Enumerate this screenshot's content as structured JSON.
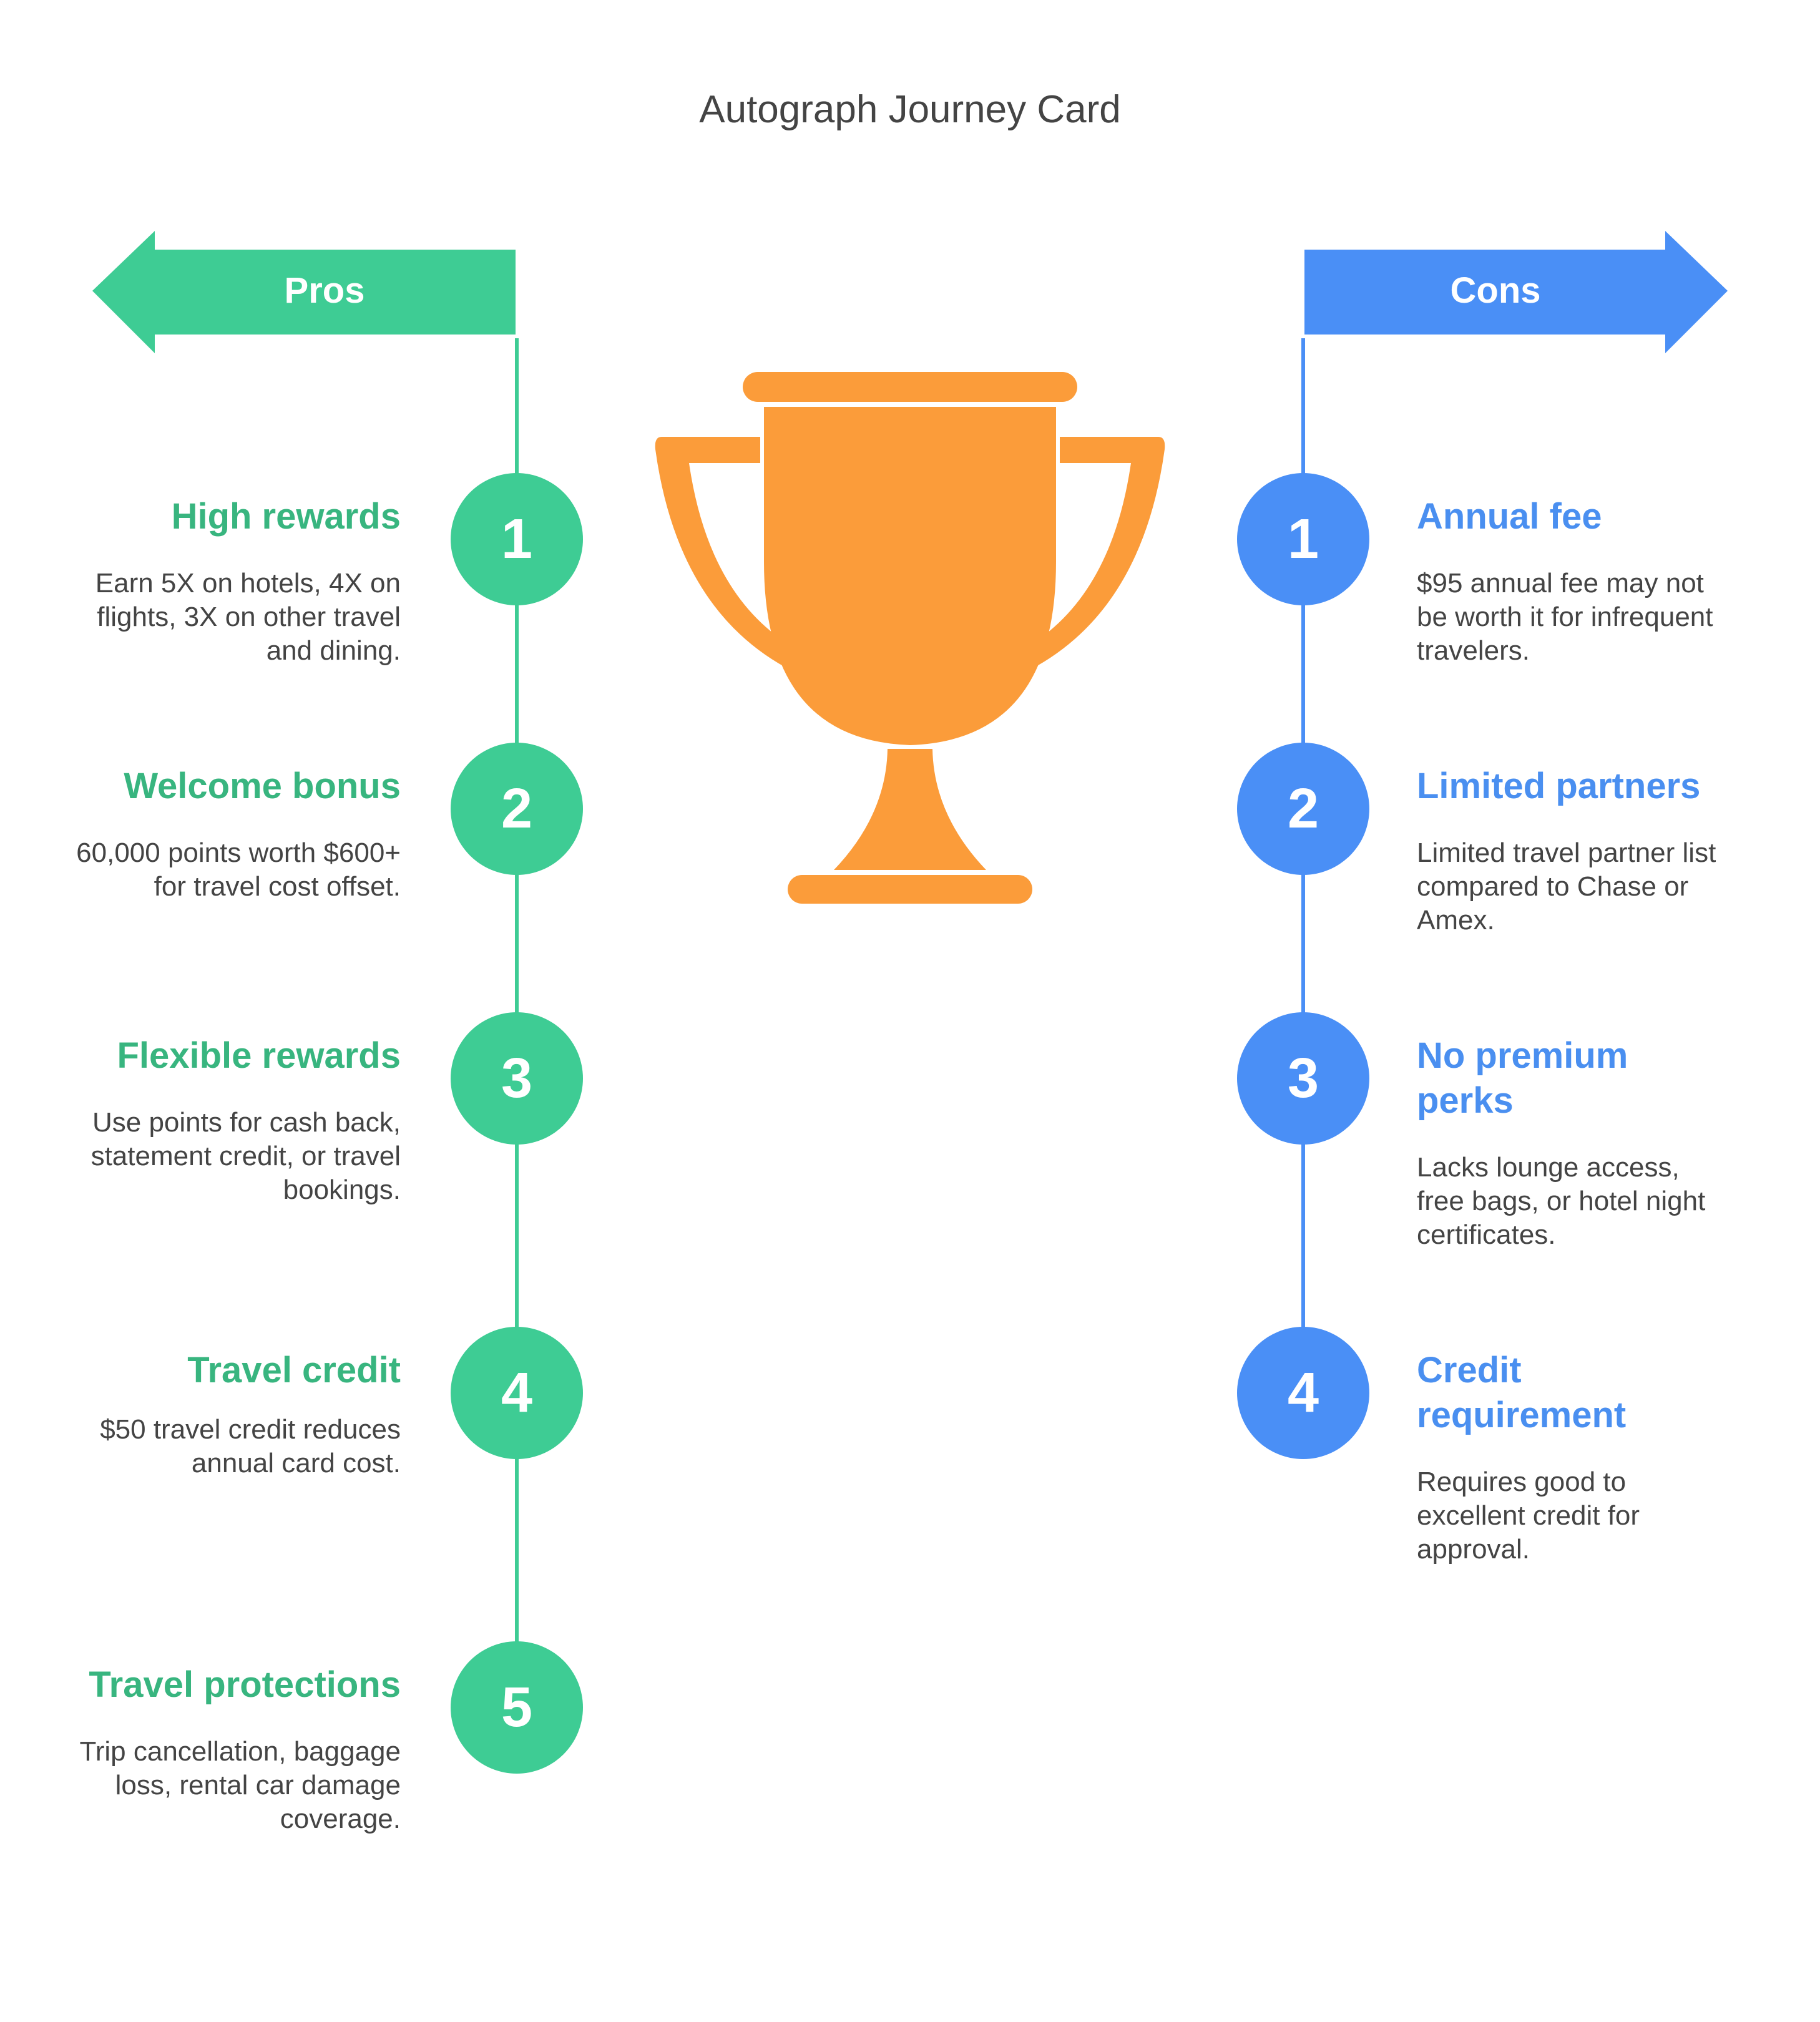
{
  "title": "Autograph Journey Card",
  "colors": {
    "pros": "#3ecc94",
    "pros_text": "#38b57f",
    "cons": "#4a8ff6",
    "cons_text": "#4a8ff0",
    "trophy": "#fb9c3a",
    "body_text": "#444444"
  },
  "pros": {
    "label": "Pros",
    "items": [
      {
        "number": "1",
        "title": "High rewards",
        "desc": "Earn 5X on hotels, 4X on flights, 3X on other travel and dining."
      },
      {
        "number": "2",
        "title": "Welcome bonus",
        "desc": "60,000 points worth $600+ for travel cost offset."
      },
      {
        "number": "3",
        "title": "Flexible rewards",
        "desc": "Use points for cash back, statement credit, or travel bookings."
      },
      {
        "number": "4",
        "title": "Travel credit",
        "desc": "$50 travel credit reduces annual card cost."
      },
      {
        "number": "5",
        "title": "Travel protections",
        "desc": "Trip cancellation, baggage loss, rental car damage coverage."
      }
    ]
  },
  "cons": {
    "label": "Cons",
    "items": [
      {
        "number": "1",
        "title": "Annual fee",
        "desc": "$95 annual fee may not be worth it for infrequent travelers."
      },
      {
        "number": "2",
        "title": "Limited partners",
        "desc": "Limited travel partner list compared to Chase or Amex."
      },
      {
        "number": "3",
        "title": "No premium perks",
        "desc": "Lacks lounge access, free bags, or hotel night certificates."
      },
      {
        "number": "4",
        "title": "Credit requirement",
        "desc": "Requires good to excellent credit for approval."
      }
    ]
  },
  "icons": {
    "center": "trophy-icon",
    "pros_arrow": "arrow-left-icon",
    "cons_arrow": "arrow-right-icon"
  }
}
